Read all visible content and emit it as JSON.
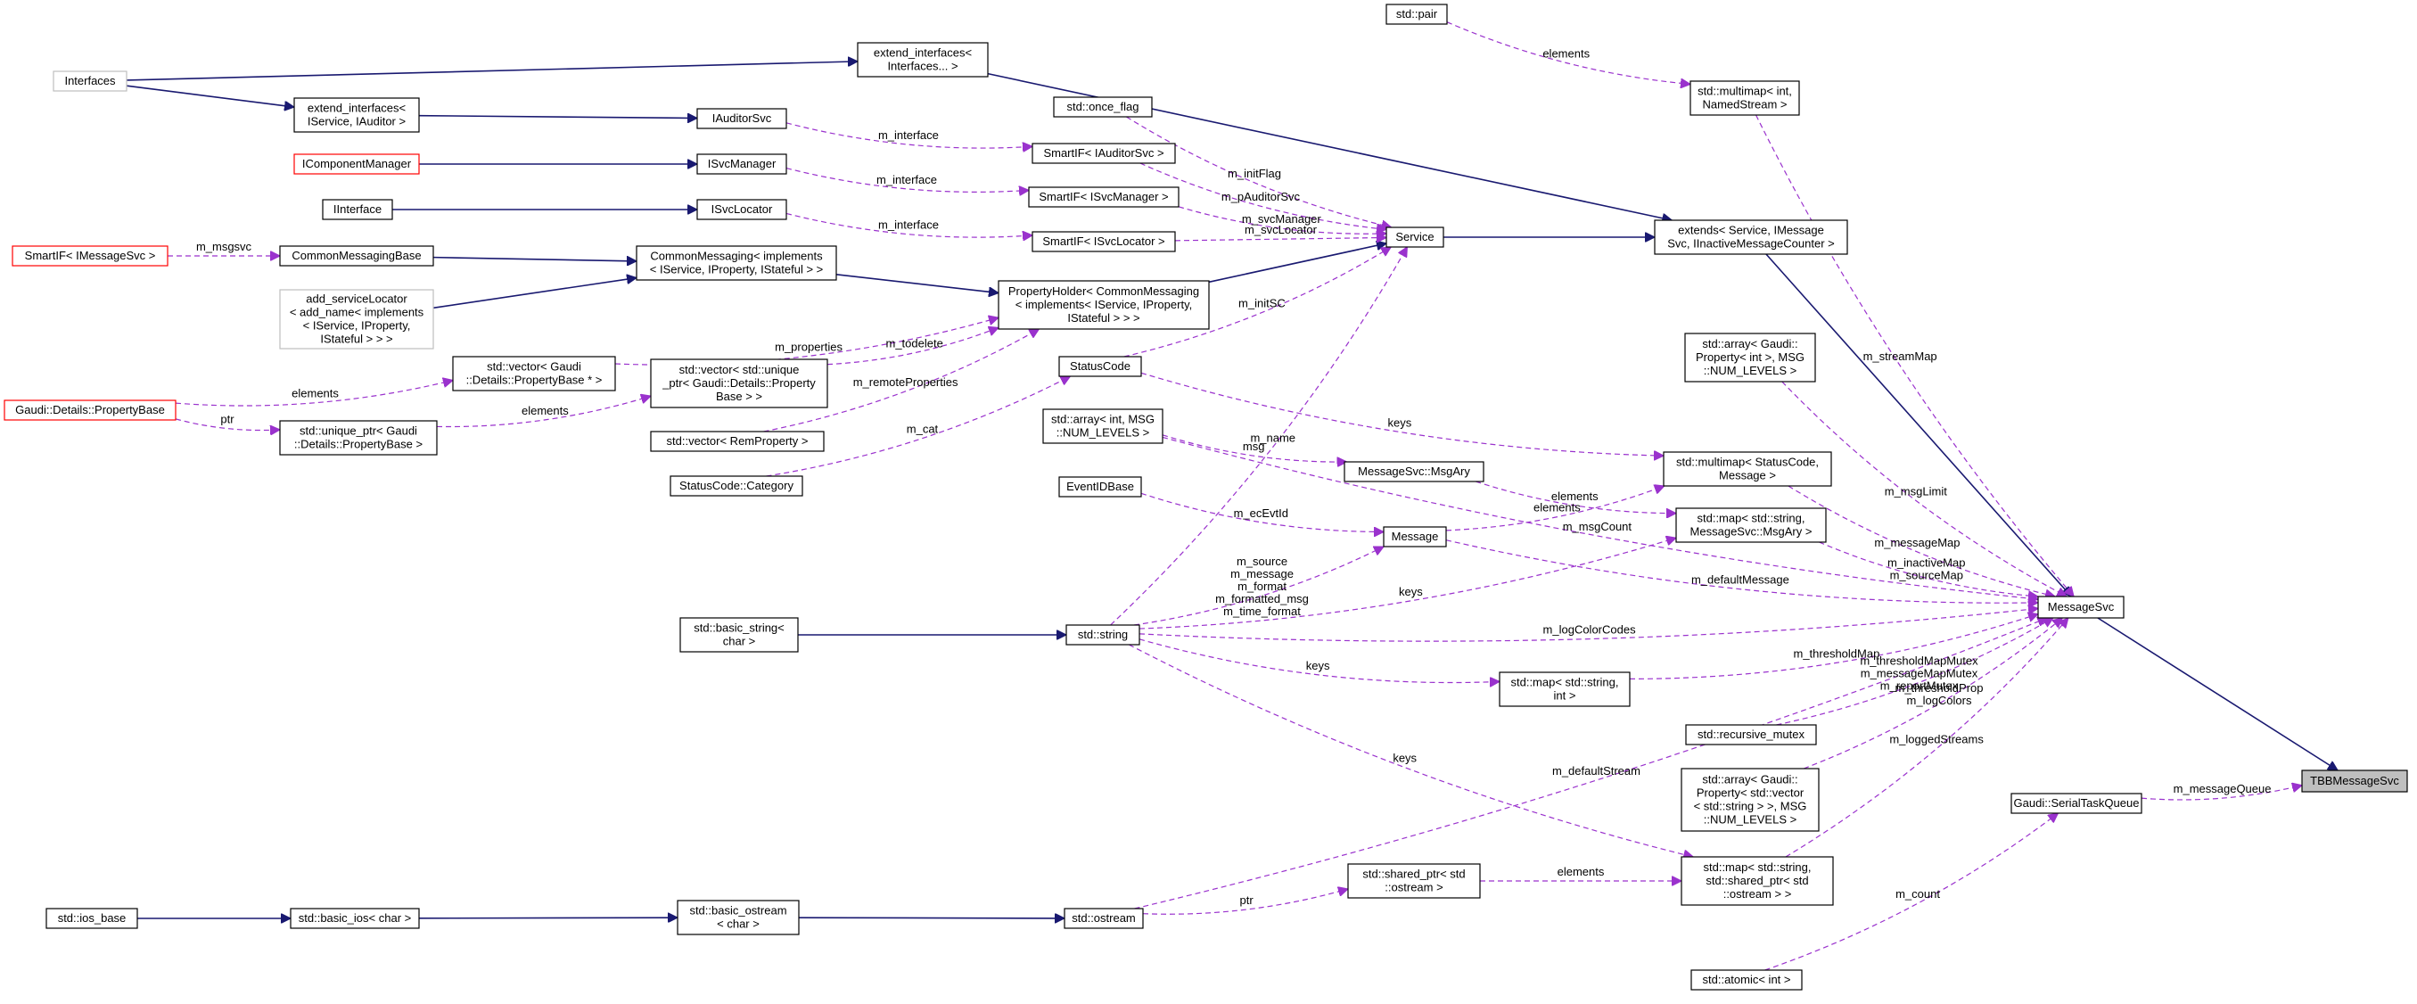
{
  "colors": {
    "inherit_edge": "#191970",
    "use_edge": "#9a32cd",
    "highlight_fill": "#bfbfbf",
    "error_border": "#ff0000",
    "gray_border": "#bfbfbf"
  },
  "nodes": [
    {
      "id": "TBBMessageSvc",
      "lines": [
        "TBBMessageSvc"
      ],
      "style": "hl"
    },
    {
      "id": "MessageSvc",
      "lines": [
        "MessageSvc"
      ],
      "style": "normal"
    },
    {
      "id": "extends",
      "lines": [
        "extends< Service, IMessage",
        "Svc, IInactiveMessageCounter >"
      ],
      "style": "normal"
    },
    {
      "id": "Service",
      "lines": [
        "Service"
      ],
      "style": "normal"
    },
    {
      "id": "extendInterfacesN",
      "lines": [
        "extend_interfaces<",
        "Interfaces... >"
      ],
      "style": "normal"
    },
    {
      "id": "Interfaces",
      "lines": [
        "Interfaces"
      ],
      "style": "gray"
    },
    {
      "id": "extendInterfaces2",
      "lines": [
        "extend_interfaces<",
        "IService, IAuditor >"
      ],
      "style": "normal"
    },
    {
      "id": "IAuditorSvc",
      "lines": [
        "IAuditorSvc"
      ],
      "style": "normal"
    },
    {
      "id": "ISvcManager",
      "lines": [
        "ISvcManager"
      ],
      "style": "normal"
    },
    {
      "id": "IComponentManager",
      "lines": [
        "IComponentManager"
      ],
      "style": "red"
    },
    {
      "id": "ISvcLocator",
      "lines": [
        "ISvcLocator"
      ],
      "style": "normal"
    },
    {
      "id": "IInterface",
      "lines": [
        "IInterface"
      ],
      "style": "normal"
    },
    {
      "id": "CommonMessagingBase",
      "lines": [
        "CommonMessagingBase"
      ],
      "style": "normal"
    },
    {
      "id": "SmartIFMsg",
      "lines": [
        "SmartIF< IMessageSvc >"
      ],
      "style": "red"
    },
    {
      "id": "CommonMessaging",
      "lines": [
        "CommonMessaging< implements",
        "< IService, IProperty, IStateful > >"
      ],
      "style": "normal"
    },
    {
      "id": "addServiceLocator",
      "lines": [
        "add_serviceLocator",
        "< add_name< implements",
        "< IService, IProperty,",
        "IStateful > > >"
      ],
      "style": "gray"
    },
    {
      "id": "PropertyHolder",
      "lines": [
        "PropertyHolder< CommonMessaging",
        "< implements< IService, IProperty,",
        "IStateful > > >"
      ],
      "style": "normal"
    },
    {
      "id": "vecPropBasePtr",
      "lines": [
        "std::vector< Gaudi",
        "::Details::PropertyBase * >"
      ],
      "style": "normal"
    },
    {
      "id": "PropertyBase",
      "lines": [
        "Gaudi::Details::PropertyBase"
      ],
      "style": "red"
    },
    {
      "id": "uniquePtrPropBase",
      "lines": [
        "std::unique_ptr< Gaudi",
        "::Details::PropertyBase >"
      ],
      "style": "normal"
    },
    {
      "id": "vecUniquePtr",
      "lines": [
        "std::vector< std::unique",
        "_ptr< Gaudi::Details::Property",
        "Base > >"
      ],
      "style": "normal"
    },
    {
      "id": "vecRemProp",
      "lines": [
        "std::vector< RemProperty >"
      ],
      "style": "normal"
    },
    {
      "id": "StatusCodeCategory",
      "lines": [
        "StatusCode::Category"
      ],
      "style": "normal"
    },
    {
      "id": "StatusCode",
      "lines": [
        "StatusCode"
      ],
      "style": "normal"
    },
    {
      "id": "onceFlag",
      "lines": [
        "std::once_flag"
      ],
      "style": "normal"
    },
    {
      "id": "SmartIFAud",
      "lines": [
        "SmartIF< IAuditorSvc >"
      ],
      "style": "normal"
    },
    {
      "id": "SmartIFMgr",
      "lines": [
        "SmartIF< ISvcManager >"
      ],
      "style": "normal"
    },
    {
      "id": "SmartIFLoc",
      "lines": [
        "SmartIF< ISvcLocator >"
      ],
      "style": "normal"
    },
    {
      "id": "stdPair",
      "lines": [
        "std::pair"
      ],
      "style": "normal"
    },
    {
      "id": "multimapNamed",
      "lines": [
        "std::multimap< int,",
        "NamedStream >"
      ],
      "style": "normal"
    },
    {
      "id": "arrayMsgLimit",
      "lines": [
        "std::array< Gaudi::",
        "Property< int >, MSG",
        "::NUM_LEVELS >"
      ],
      "style": "normal"
    },
    {
      "id": "arrayIntMsg",
      "lines": [
        "std::array< int, MSG",
        "::NUM_LEVELS >"
      ],
      "style": "normal"
    },
    {
      "id": "msgAry",
      "lines": [
        "MessageSvc::MsgAry"
      ],
      "style": "normal"
    },
    {
      "id": "multimapSC",
      "lines": [
        "std::multimap< StatusCode,",
        "Message >"
      ],
      "style": "normal"
    },
    {
      "id": "EventIDBase",
      "lines": [
        "EventIDBase"
      ],
      "style": "normal"
    },
    {
      "id": "Message",
      "lines": [
        "Message"
      ],
      "style": "normal"
    },
    {
      "id": "mapStrMsgAry",
      "lines": [
        "std::map< std::string,",
        "MessageSvc::MsgAry >"
      ],
      "style": "normal"
    },
    {
      "id": "basicStringChar",
      "lines": [
        "std::basic_string<",
        "char >"
      ],
      "style": "normal"
    },
    {
      "id": "stdString",
      "lines": [
        "std::string"
      ],
      "style": "normal"
    },
    {
      "id": "mapStrInt",
      "lines": [
        "std::map< std::string,",
        "int >"
      ],
      "style": "normal"
    },
    {
      "id": "recMutex",
      "lines": [
        "std::recursive_mutex"
      ],
      "style": "normal"
    },
    {
      "id": "arrayLogColors",
      "lines": [
        "std::array< Gaudi::",
        "Property< std::vector",
        "< std::string > >, MSG",
        "::NUM_LEVELS >"
      ],
      "style": "normal"
    },
    {
      "id": "SerialTaskQueue",
      "lines": [
        "Gaudi::SerialTaskQueue"
      ],
      "style": "normal"
    },
    {
      "id": "mapStrShared",
      "lines": [
        "std::map< std::string,",
        "std::shared_ptr< std",
        "::ostream > >"
      ],
      "style": "normal"
    },
    {
      "id": "sharedOstream",
      "lines": [
        "std::shared_ptr< std",
        "::ostream >"
      ],
      "style": "normal"
    },
    {
      "id": "stdOstream",
      "lines": [
        "std::ostream"
      ],
      "style": "normal"
    },
    {
      "id": "basicOstream",
      "lines": [
        "std::basic_ostream",
        "< char >"
      ],
      "style": "normal"
    },
    {
      "id": "basicIos",
      "lines": [
        "std::basic_ios< char >"
      ],
      "style": "normal"
    },
    {
      "id": "iosBase",
      "lines": [
        "std::ios_base"
      ],
      "style": "normal"
    },
    {
      "id": "atomicInt",
      "lines": [
        "std::atomic< int >"
      ],
      "style": "normal"
    }
  ],
  "edges": [
    {
      "from": "MessageSvc",
      "to": "TBBMessageSvc",
      "kind": "inherit",
      "labels": []
    },
    {
      "from": "extends",
      "to": "MessageSvc",
      "kind": "inherit",
      "labels": []
    },
    {
      "from": "Service",
      "to": "extends",
      "kind": "inherit",
      "labels": []
    },
    {
      "from": "extendInterfacesN",
      "to": "extends",
      "kind": "inherit",
      "labels": []
    },
    {
      "from": "Interfaces",
      "to": "extendInterfacesN",
      "kind": "inherit",
      "labels": []
    },
    {
      "from": "Interfaces",
      "to": "extendInterfaces2",
      "kind": "inherit",
      "labels": []
    },
    {
      "from": "extendInterfaces2",
      "to": "IAuditorSvc",
      "kind": "inherit",
      "labels": []
    },
    {
      "from": "IComponentManager",
      "to": "ISvcManager",
      "kind": "inherit",
      "labels": []
    },
    {
      "from": "IInterface",
      "to": "ISvcLocator",
      "kind": "inherit",
      "labels": []
    },
    {
      "from": "CommonMessagingBase",
      "to": "CommonMessaging",
      "kind": "inherit",
      "labels": []
    },
    {
      "from": "addServiceLocator",
      "to": "CommonMessaging",
      "kind": "inherit",
      "labels": []
    },
    {
      "from": "CommonMessaging",
      "to": "PropertyHolder",
      "kind": "inherit",
      "labels": []
    },
    {
      "from": "PropertyHolder",
      "to": "Service",
      "kind": "inherit",
      "labels": []
    },
    {
      "from": "basicStringChar",
      "to": "stdString",
      "kind": "inherit",
      "labels": []
    },
    {
      "from": "iosBase",
      "to": "basicIos",
      "kind": "inherit",
      "labels": []
    },
    {
      "from": "basicIos",
      "to": "basicOstream",
      "kind": "inherit",
      "labels": []
    },
    {
      "from": "basicOstream",
      "to": "stdOstream",
      "kind": "inherit",
      "labels": []
    },
    {
      "from": "SerialTaskQueue",
      "to": "TBBMessageSvc",
      "kind": "use",
      "labels": [
        "m_messageQueue"
      ]
    },
    {
      "from": "SmartIFAud",
      "to": "Service",
      "kind": "use",
      "labels": [
        "m_pAuditorSvc"
      ]
    },
    {
      "from": "SmartIFMgr",
      "to": "Service",
      "kind": "use",
      "labels": [
        "m_svcManager"
      ]
    },
    {
      "from": "SmartIFLoc",
      "to": "Service",
      "kind": "use",
      "labels": [
        "m_svcLocator"
      ]
    },
    {
      "from": "onceFlag",
      "to": "Service",
      "kind": "use",
      "labels": [
        "m_initFlag"
      ]
    },
    {
      "from": "IAuditorSvc",
      "to": "SmartIFAud",
      "kind": "use",
      "labels": [
        "m_interface"
      ]
    },
    {
      "from": "ISvcManager",
      "to": "SmartIFMgr",
      "kind": "use",
      "labels": [
        "m_interface"
      ]
    },
    {
      "from": "ISvcLocator",
      "to": "SmartIFLoc",
      "kind": "use",
      "labels": [
        "m_interface"
      ]
    },
    {
      "from": "SmartIFMsg",
      "to": "CommonMessagingBase",
      "kind": "use",
      "labels": [
        "m_msgsvc"
      ]
    },
    {
      "from": "StatusCode",
      "to": "Service",
      "kind": "use",
      "labels": [
        "m_initSC"
      ]
    },
    {
      "from": "stdString",
      "to": "Service",
      "kind": "use",
      "labels": [
        "m_name"
      ]
    },
    {
      "from": "vecPropBasePtr",
      "to": "PropertyHolder",
      "kind": "use",
      "labels": [
        "m_properties"
      ]
    },
    {
      "from": "vecUniquePtr",
      "to": "PropertyHolder",
      "kind": "use",
      "labels": [
        "m_todelete"
      ]
    },
    {
      "from": "vecRemProp",
      "to": "PropertyHolder",
      "kind": "use",
      "labels": [
        "m_remoteProperties"
      ]
    },
    {
      "from": "PropertyBase",
      "to": "vecPropBasePtr",
      "kind": "use",
      "labels": [
        "elements"
      ]
    },
    {
      "from": "PropertyBase",
      "to": "uniquePtrPropBase",
      "kind": "use",
      "labels": [
        "ptr"
      ]
    },
    {
      "from": "uniquePtrPropBase",
      "to": "vecUniquePtr",
      "kind": "use",
      "labels": [
        "elements"
      ]
    },
    {
      "from": "StatusCodeCategory",
      "to": "StatusCode",
      "kind": "use",
      "labels": [
        "m_cat"
      ]
    },
    {
      "from": "StatusCode",
      "to": "multimapSC",
      "kind": "use",
      "labels": [
        "keys"
      ]
    },
    {
      "from": "stdPair",
      "to": "multimapNamed",
      "kind": "use",
      "labels": [
        "elements"
      ]
    },
    {
      "from": "multimapNamed",
      "to": "MessageSvc",
      "kind": "use",
      "labels": [
        "m_streamMap"
      ]
    },
    {
      "from": "arrayMsgLimit",
      "to": "MessageSvc",
      "kind": "use",
      "labels": [
        "m_msgLimit"
      ]
    },
    {
      "from": "arrayIntMsg",
      "to": "MessageSvc",
      "kind": "use",
      "labels": [
        "m_msgCount"
      ]
    },
    {
      "from": "arrayIntMsg",
      "to": "msgAry",
      "kind": "use",
      "labels": [
        "msg"
      ]
    },
    {
      "from": "msgAry",
      "to": "mapStrMsgAry",
      "kind": "use",
      "labels": [
        "elements"
      ]
    },
    {
      "from": "multimapSC",
      "to": "MessageSvc",
      "kind": "use",
      "labels": [
        "m_messageMap"
      ]
    },
    {
      "from": "Message",
      "to": "multimapSC",
      "kind": "use",
      "labels": [
        "elements"
      ]
    },
    {
      "from": "EventIDBase",
      "to": "Message",
      "kind": "use",
      "labels": [
        "m_ecEvtId"
      ]
    },
    {
      "from": "mapStrMsgAry",
      "to": "MessageSvc",
      "kind": "use",
      "labels": [
        "m_inactiveMap",
        "m_sourceMap"
      ]
    },
    {
      "from": "Message",
      "to": "MessageSvc",
      "kind": "use",
      "labels": [
        "m_defaultMessage"
      ]
    },
    {
      "from": "stdString",
      "to": "Message",
      "kind": "use",
      "labels": [
        "m_source",
        "m_message",
        "m_format",
        "m_formatted_msg",
        "m_time_format"
      ]
    },
    {
      "from": "stdString",
      "to": "mapStrMsgAry",
      "kind": "use",
      "labels": [
        "keys"
      ]
    },
    {
      "from": "stdString",
      "to": "MessageSvc",
      "kind": "use",
      "labels": [
        "m_logColorCodes"
      ]
    },
    {
      "from": "stdString",
      "to": "mapStrInt",
      "kind": "use",
      "labels": [
        "keys"
      ]
    },
    {
      "from": "stdString",
      "to": "mapStrShared",
      "kind": "use",
      "labels": [
        "keys"
      ]
    },
    {
      "from": "mapStrInt",
      "to": "MessageSvc",
      "kind": "use",
      "labels": [
        "m_thresholdMap"
      ]
    },
    {
      "from": "recMutex",
      "to": "MessageSvc",
      "kind": "use",
      "labels": [
        "m_thresholdMapMutex",
        "m_messageMapMutex",
        "m_reportMutex"
      ]
    },
    {
      "from": "arrayLogColors",
      "to": "MessageSvc",
      "kind": "use",
      "labels": [
        "m_thresholdProp",
        "m_logColors"
      ]
    },
    {
      "from": "mapStrShared",
      "to": "MessageSvc",
      "kind": "use",
      "labels": [
        "m_loggedStreams"
      ]
    },
    {
      "from": "sharedOstream",
      "to": "mapStrShared",
      "kind": "use",
      "labels": [
        "elements"
      ]
    },
    {
      "from": "stdOstream",
      "to": "sharedOstream",
      "kind": "use",
      "labels": [
        "ptr"
      ]
    },
    {
      "from": "stdOstream",
      "to": "MessageSvc",
      "kind": "use",
      "labels": [
        "m_defaultStream"
      ]
    },
    {
      "from": "atomicInt",
      "to": "SerialTaskQueue",
      "kind": "use",
      "labels": [
        "m_count"
      ]
    }
  ]
}
